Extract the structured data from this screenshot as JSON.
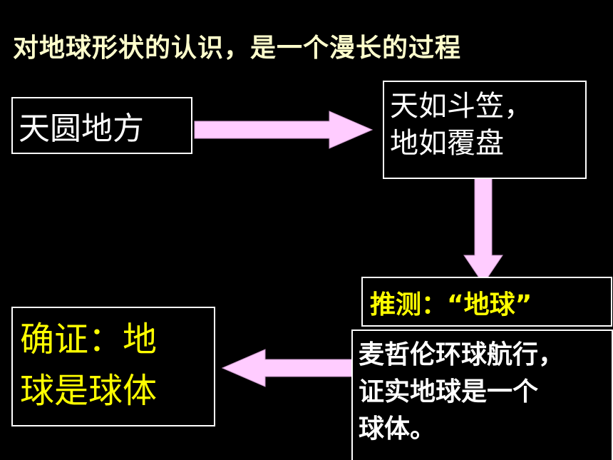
{
  "title": "对地球形状的认识，是一个漫长的过程",
  "boxes": {
    "tianyuan": "天圆地方",
    "tianru_line1": "天如斗笠，",
    "tianru_line2": "地如覆盘",
    "guess": "推测：“地球”",
    "magellan_line1": "麦哲伦环球航行，",
    "magellan_line2": "证实地球是一个",
    "magellan_line3": "球体。",
    "confirm_line1": "确证：地",
    "confirm_line2": "球是球体"
  },
  "colors": {
    "background": "#000000",
    "arrow": "#ffccff",
    "title": "#ffffcc",
    "highlight": "#ffff00",
    "text": "#ffffff"
  }
}
